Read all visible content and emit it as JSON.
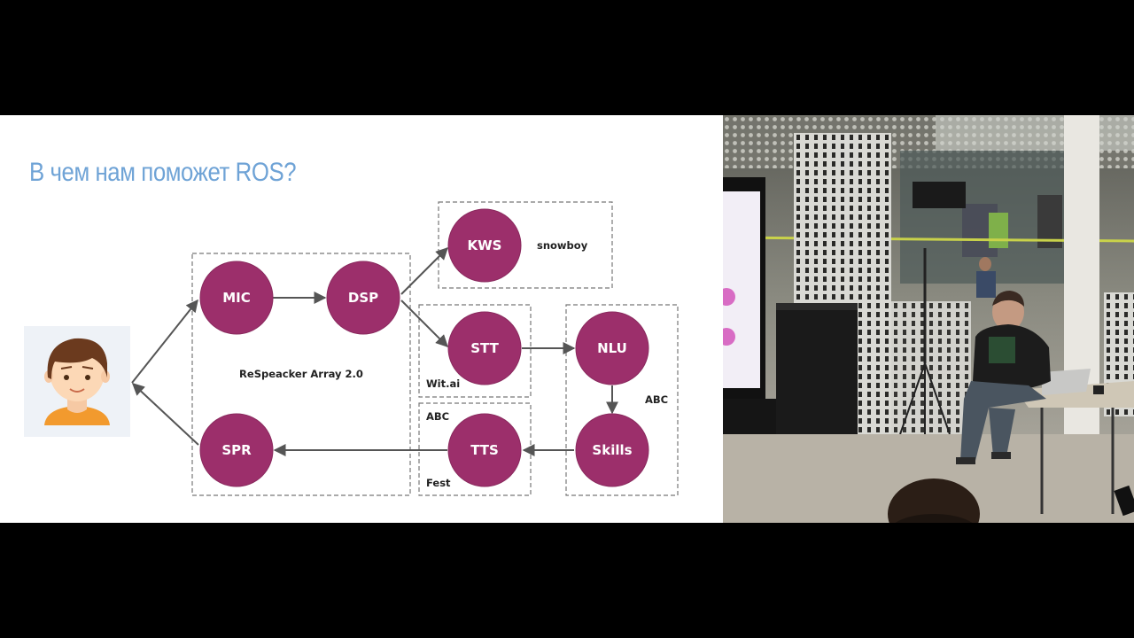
{
  "slide": {
    "title": "В чем нам поможет ROS?"
  },
  "diagram": {
    "nodes": {
      "mic": "MIC",
      "dsp": "DSP",
      "kws": "KWS",
      "stt": "STT",
      "nlu": "NLU",
      "skills": "Skills",
      "tts": "TTS",
      "spr": "SPR"
    },
    "labels": {
      "respeaker": "ReSpeacker Array 2.0",
      "snowboy": "snowboy",
      "witai": "Wit.ai",
      "abc_tts": "ABC",
      "fest": "Fest",
      "abc_nlu": "ABC"
    }
  },
  "colors": {
    "node_fill": "#9c2f6b",
    "node_stroke": "#8a2a5e",
    "title": "#6fa3d6",
    "arrow": "#555555",
    "box_border": "#777777"
  },
  "icons": {
    "user": "user-avatar-icon"
  }
}
